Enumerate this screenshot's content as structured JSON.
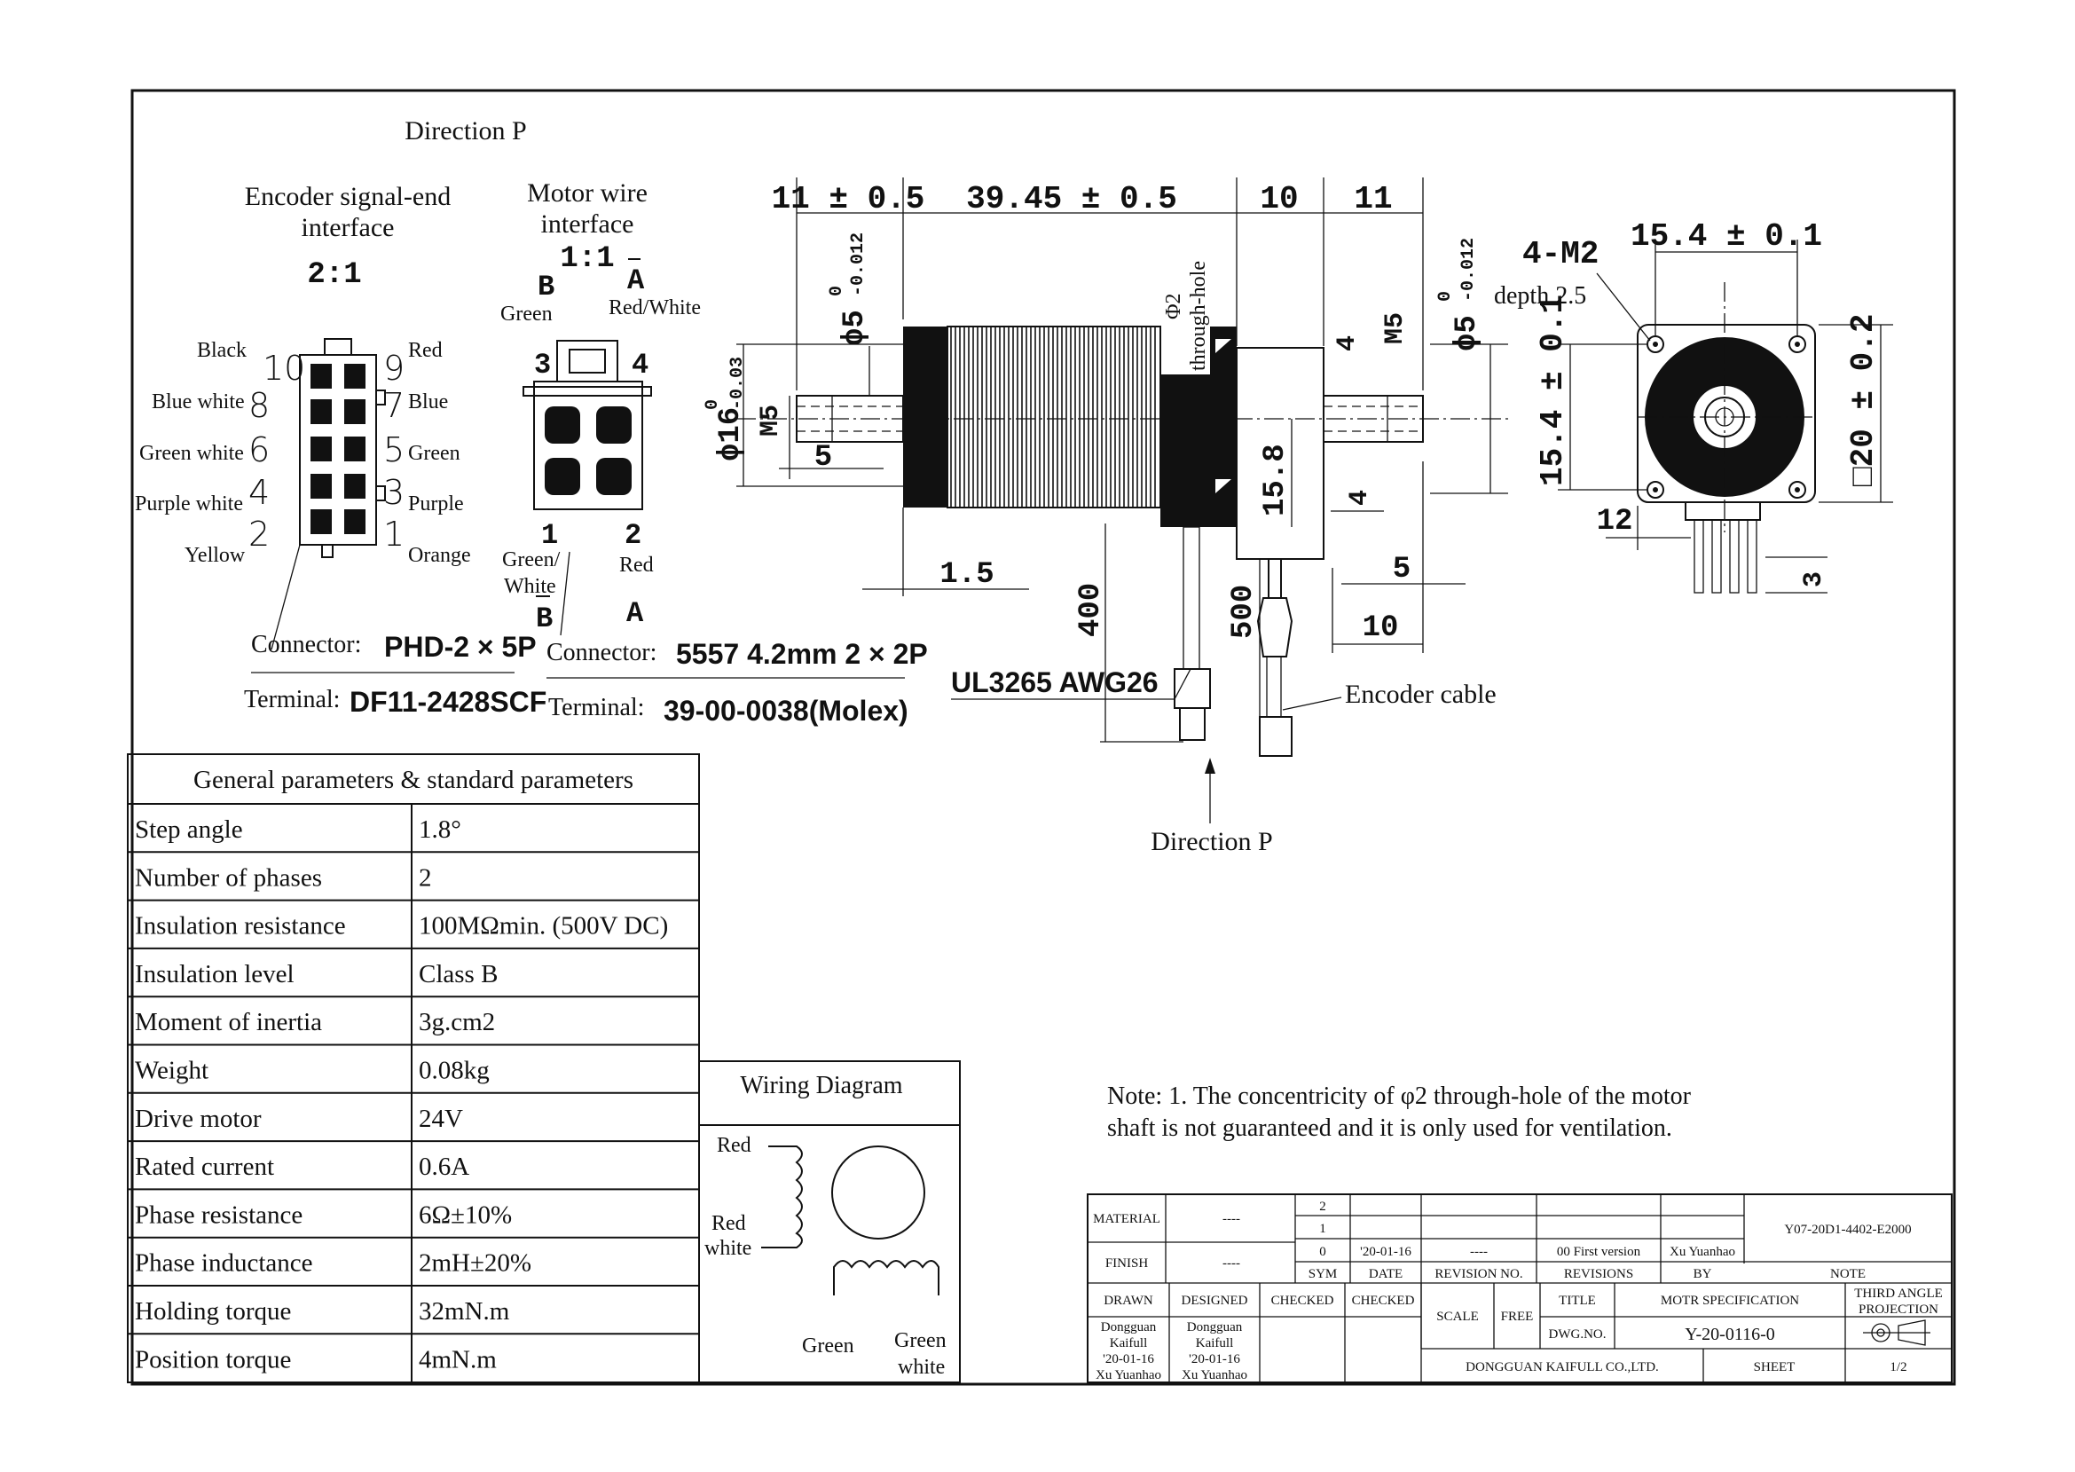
{
  "direction_label_top": "Direction P",
  "direction_label_bottom": "Direction P",
  "encoder_interface": {
    "title_line1": "Encoder signal-end",
    "title_line2": "interface",
    "ratio": "2:1",
    "pins": {
      "p10": "10",
      "p9": "9",
      "p8": "8",
      "p7": "7",
      "p6": "6",
      "p5": "5",
      "p4": "4",
      "p3": "3",
      "p2": "2",
      "p1": "1"
    },
    "wires": {
      "black": "Black",
      "red": "Red",
      "blue_white": "Blue white",
      "blue": "Blue",
      "green_white": "Green white",
      "green": "Green",
      "purple_white": "Purple white",
      "purple": "Purple",
      "yellow": "Yellow",
      "orange": "Orange"
    },
    "connector_label": "Connector:",
    "connector_value": "PHD-2 × 5P",
    "terminal_label": "Terminal:",
    "terminal_value": "DF11-2428SCF"
  },
  "motor_interface": {
    "title_line1": "Motor wire",
    "title_line2": "interface",
    "ratio": "1:1",
    "b_top": "B",
    "a_top": "A",
    "green": "Green",
    "red_white": "Red/White",
    "pin3": "3",
    "pin4": "4",
    "pin1": "1",
    "pin2": "2",
    "green_white_1": "Green/",
    "green_white_2": "White",
    "red": "Red",
    "b_bottom": "B",
    "a_bottom": "A",
    "connector_label": "Connector:",
    "connector_value": "5557 4.2mm 2 × 2P",
    "terminal_label": "Terminal:",
    "terminal_value": "39-00-0038(Molex)"
  },
  "dimensions": {
    "d11": "11 ± 0.5",
    "d3945": "39.45 ± 0.5",
    "d10": "10",
    "d11b": "11",
    "phi5_left": "ϕ5",
    "phi5_left_tol": "0",
    "phi5_left_tol2": "-0.012",
    "phi16": "ϕ16",
    "phi16_tol": "0",
    "phi16_tol2": "-0.03",
    "m5_left": "M5",
    "d5_left": "5",
    "phi2": "Φ2",
    "through_hole": "through-hole",
    "d4_top": "4",
    "m5_right": "M5",
    "phi5_right": "ϕ5",
    "phi5_right_tol": "0",
    "phi5_right_tol2": "-0.012",
    "d158": "15.8",
    "d4_mid": "4",
    "d5_right": "5",
    "d10_bottom": "10",
    "d15": "1.5",
    "d400": "400",
    "d500": "500",
    "cable_spec": "UL3265 AWG26",
    "encoder_cable": "Encoder cable",
    "m2_holes": "4-M2",
    "depth": "depth 2.5",
    "d154_top": "15.4 ± 0.1",
    "d154_side": "15.4 ± 0.1",
    "sq20": "□20 ± 0.2",
    "d12": "12",
    "d3": "3"
  },
  "params": {
    "title": "General parameters & standard parameters",
    "rows": [
      {
        "name": "Step angle",
        "value": "1.8°"
      },
      {
        "name": "Number of phases",
        "value": "2"
      },
      {
        "name": "Insulation resistance",
        "value": "100MΩmin. (500V DC)"
      },
      {
        "name": "Insulation level",
        "value": "Class B"
      },
      {
        "name": "Moment of inertia",
        "value": "3g.cm2"
      },
      {
        "name": "Weight",
        "value": "0.08kg"
      },
      {
        "name": "Drive motor",
        "value": "24V"
      },
      {
        "name": "Rated current",
        "value": "0.6A"
      },
      {
        "name": "Phase resistance",
        "value": "6Ω±10%"
      },
      {
        "name": "Phase inductance",
        "value": "2mH±20%"
      },
      {
        "name": "Holding torque",
        "value": "32mN.m"
      },
      {
        "name": "Position torque",
        "value": "4mN.m"
      }
    ]
  },
  "wiring": {
    "title": "Wiring Diagram",
    "red": "Red",
    "red_white_1": "Red",
    "red_white_2": "white",
    "green": "Green",
    "green_white_1": "Green",
    "green_white_2": "white"
  },
  "note": {
    "line1": "Note: 1. The concentricity of φ2 through-hole of the motor",
    "line2": "shaft is not guaranteed and it is only used for ventilation."
  },
  "title_block": {
    "material": "MATERIAL",
    "material_val": "----",
    "finish": "FINISH",
    "finish_val": "----",
    "rev2": "2",
    "rev1": "1",
    "rev0": "0",
    "rev0_date": "'20-01-16",
    "rev0_revno": "----",
    "rev0_desc": "00 First version",
    "rev0_by": "Xu Yuanhao",
    "sym": "SYM",
    "date": "DATE",
    "revision_no": "REVISION NO.",
    "revisions": "REVISIONS",
    "by": "BY",
    "note": "NOTE",
    "doc_no": "Y07-20D1-4402-E2000",
    "drawn": "DRAWN",
    "designed": "DESIGNED",
    "checked1": "CHECKED",
    "checked2": "CHECKED",
    "scale": "SCALE",
    "free": "FREE",
    "title_label": "TITLE",
    "title_val": "MOTR SPECIFICATION",
    "projection_1": "THIRD ANGLE",
    "projection_2": "PROJECTION",
    "dwg_no_label": "DWG.NO.",
    "dwg_no": "Y-20-0116-0",
    "drawn_by_1": "Dongguan",
    "drawn_by_2": "Kaifull",
    "drawn_by_3": "'20-01-16",
    "drawn_by_4": "Xu Yuanhao",
    "designed_by_1": "Dongguan",
    "designed_by_2": "Kaifull",
    "designed_by_3": "'20-01-16",
    "designed_by_4": "Xu Yuanhao",
    "company": "DONGGUAN KAIFULL CO.,LTD.",
    "sheet_label": "SHEET",
    "sheet_val": "1/2"
  }
}
